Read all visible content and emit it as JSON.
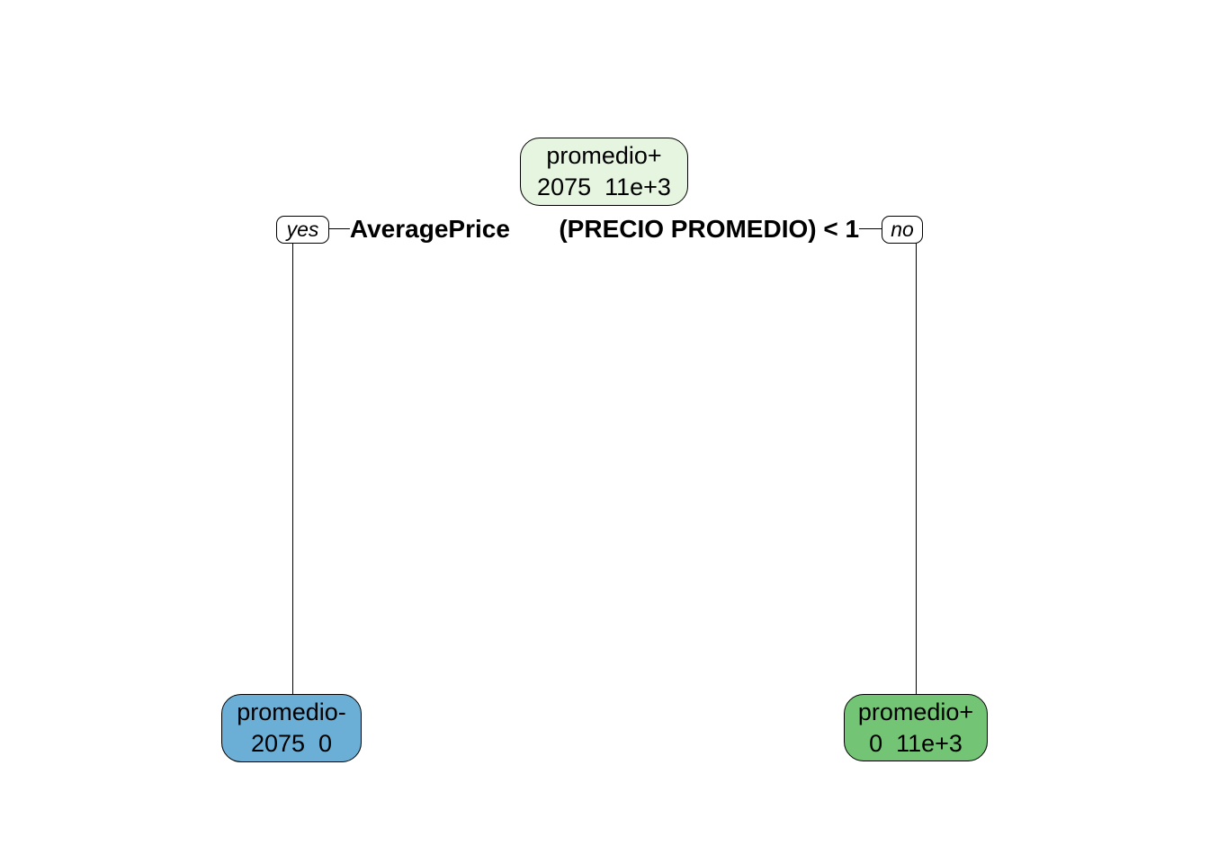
{
  "figure": {
    "type": "decision-tree",
    "background": "#ffffff",
    "line_color": "#000000",
    "text_color": "#000000"
  },
  "tree": {
    "root": {
      "class_label": "promedio+",
      "counts": "2075  11e+3",
      "fill": "#e5f5e0"
    },
    "split": {
      "condition": "AveragePrice       (PRECIO PROMEDIO) < 1",
      "yes_label": "yes",
      "no_label": "no"
    },
    "leaves": {
      "left": {
        "class_label": "promedio-",
        "counts": "2075  0",
        "fill": "#6baed6"
      },
      "right": {
        "class_label": "promedio+",
        "counts": "0  11e+3",
        "fill": "#74c476"
      }
    }
  }
}
